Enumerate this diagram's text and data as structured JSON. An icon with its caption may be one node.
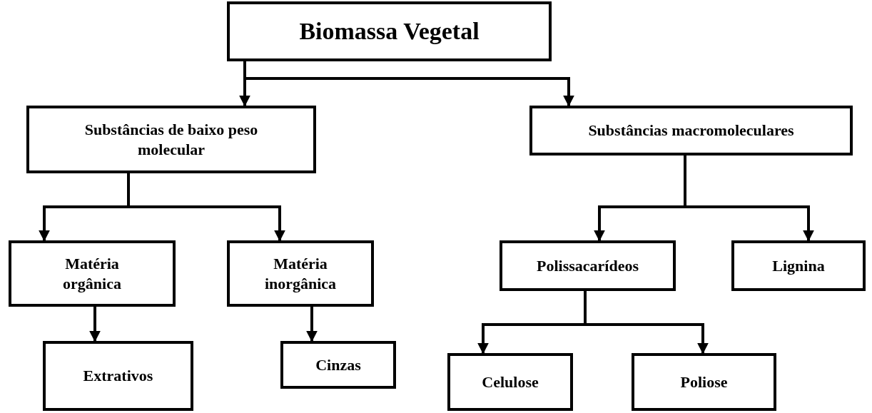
{
  "diagram": {
    "nodes": [
      {
        "text": [
          "Biomassa Vegetal"
        ]
      },
      {
        "text": [
          "Substâncias de baixo peso molecular"
        ]
      },
      {
        "text": [
          "Substâncias macromoleculares"
        ]
      },
      {
        "text": [
          "Matéria orgânica"
        ]
      },
      {
        "text": [
          "Matéria inorgânica"
        ]
      },
      {
        "text": [
          "Polissacarídeos"
        ]
      },
      {
        "text": [
          "Lignina"
        ]
      },
      {
        "text": [
          "Extrativos"
        ]
      },
      {
        "text": [
          "Cinzas"
        ]
      },
      {
        "text": [
          "Celulose"
        ]
      },
      {
        "text": [
          "Poliose"
        ]
      }
    ],
    "edges": [
      {
        "from": 0,
        "to": 1,
        "arrow": "to"
      },
      {
        "from": 0,
        "to": 2,
        "arrow": "to"
      },
      {
        "from": 1,
        "to": 3,
        "arrow": "to"
      },
      {
        "from": 1,
        "to": 4,
        "arrow": "to"
      },
      {
        "from": 2,
        "to": 5,
        "arrow": "to"
      },
      {
        "from": 2,
        "to": 6,
        "arrow": "to"
      },
      {
        "from": 3,
        "to": 7,
        "arrow": "to"
      },
      {
        "from": 4,
        "to": 8,
        "arrow": "to"
      },
      {
        "from": 5,
        "to": 9,
        "arrow": "to"
      },
      {
        "from": 5,
        "to": 10,
        "arrow": "to"
      }
    ]
  }
}
